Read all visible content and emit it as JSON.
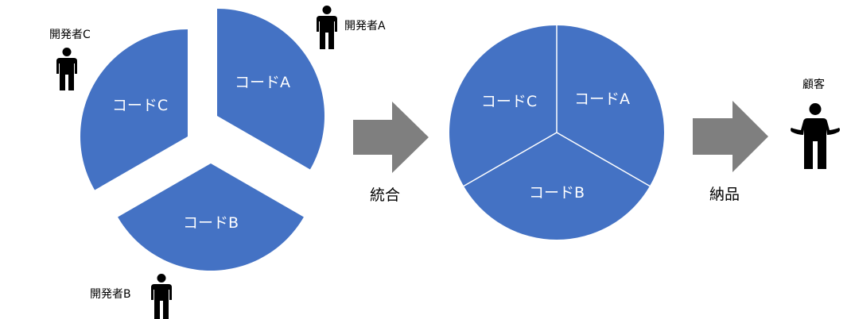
{
  "diagram": {
    "title": "",
    "colors": {
      "slice": "#4472C4",
      "arrow": "#7F7F7F",
      "person": "#000000",
      "slice_text": "#FFFFFF"
    },
    "separate_codes": {
      "slices": [
        {
          "id": "A",
          "label": "コードA",
          "share": 0.3333
        },
        {
          "id": "B",
          "label": "コードB",
          "share": 0.3333
        },
        {
          "id": "C",
          "label": "コードC",
          "share": 0.3333
        }
      ],
      "developers": [
        {
          "id": "A",
          "label": "開発者A",
          "icon": "person-icon"
        },
        {
          "id": "B",
          "label": "開発者B",
          "icon": "person-icon"
        },
        {
          "id": "C",
          "label": "開発者C",
          "icon": "person-icon"
        }
      ]
    },
    "integrate_arrow": {
      "label": "統合",
      "icon": "right-arrow-icon"
    },
    "integrated_code": {
      "slices": [
        {
          "id": "A",
          "label": "コードA",
          "share": 0.3333
        },
        {
          "id": "B",
          "label": "コードB",
          "share": 0.3333
        },
        {
          "id": "C",
          "label": "コードC",
          "share": 0.3333
        }
      ]
    },
    "delivery_arrow": {
      "label": "納品",
      "icon": "right-arrow-icon"
    },
    "customer": {
      "label": "顧客",
      "icon": "shrugging-person-icon"
    }
  }
}
